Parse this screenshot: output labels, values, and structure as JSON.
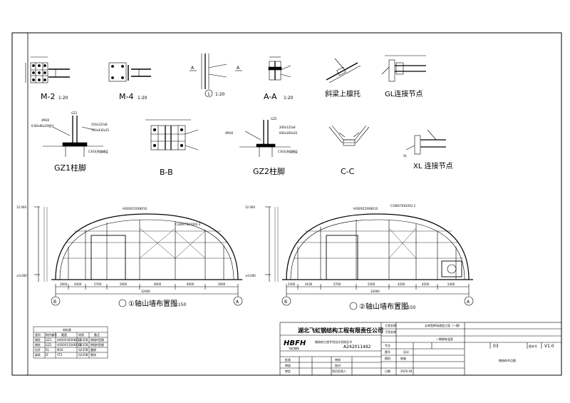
{
  "details": {
    "m2": {
      "name": "M-2",
      "scale": "1:20"
    },
    "m4": {
      "name": "M-4",
      "scale": "1:20"
    },
    "sec1": {
      "num": "1",
      "scale": "1:20"
    },
    "aa": {
      "name": "A-A",
      "scale": "1:20"
    },
    "beam": {
      "name": "斜梁上檩托"
    },
    "gl": {
      "name": "GL连接节点"
    },
    "gz1": {
      "name": "GZ1柱脚"
    },
    "bb": {
      "name": "B-B"
    },
    "gz2": {
      "name": "GZ2柱脚"
    },
    "cc": {
      "name": "C-C"
    },
    "xl": {
      "name": "XL 连接节点"
    }
  },
  "notes": {
    "gz1_a": "6-80x80x20垫片",
    "gz1_b": "4M30",
    "gz1_c": "250x125x8",
    "gz1_d": "700x430x25",
    "gz1_e": "C30天然填缝层",
    "gz2_a": "GZ2",
    "gz2_b": "200x125x8",
    "gz2_c": "600x300x20",
    "gz2_d": "C30天然填缝层",
    "col": "GZ1",
    "beam_tag": "XL",
    "hbeam": "H300X150X8X10",
    "cbar": "C180X70X20X2.2",
    "elev_top": "12.000",
    "elev_zero": "±0.000",
    "axis_b": "B",
    "axis_a": "A"
  },
  "wall1": {
    "title": "①轴山墙布置图",
    "scale": "1:150",
    "dims": [
      "3000",
      "4400",
      "5700",
      "5900",
      "6000",
      "6000",
      "3000"
    ],
    "total": "32000"
  },
  "wall2": {
    "title": "②轴山墙布置图",
    "scale": "1:150",
    "dims": [
      "2300",
      "4100",
      "5700",
      "5300",
      "4200",
      "4200",
      "5400"
    ],
    "total": "32000"
  },
  "legend": {
    "title": "材料表",
    "headers": [
      "类别",
      "构件编号",
      "截面",
      "材质",
      "备注"
    ],
    "rows": [
      [
        "钢柱",
        "GZ1",
        "H400X300X8X12",
        "Q235B",
        "焊接H型钢"
      ],
      [
        "钢柱",
        "GZ2",
        "H300X150X8X10",
        "Q235B",
        "焊接H型钢"
      ],
      [
        "拉杆",
        "XL",
        "Φ16",
        "Q235B",
        "圆钢"
      ],
      [
        "檩条",
        "LT",
        "YT2",
        "Q235B",
        "镀锌"
      ]
    ]
  },
  "titleblock": {
    "company": "湖北飞虹钢结构工程有限责任公司",
    "logo": "HBFH",
    "logo_sub": "飞虹钢构",
    "cert_label": "钢结构工程专项设计资质证书",
    "cert_no": "A242011492",
    "row_labels": [
      "批准",
      "审核",
      "审定"
    ],
    "mid_labels": [
      "审核",
      "校对",
      "设计",
      "项目负责人"
    ],
    "project_label": "工程名称",
    "project": "水库鱼种场改造工程（一期）",
    "sub_label": "子项名称",
    "sub": "一期联栋温室",
    "spec_label": "专业",
    "drawing_label": "图号",
    "drawing_no": "03",
    "ver_label": "版本号",
    "ver": "V1.0",
    "scale_label": "图别",
    "scale": "结施",
    "date_label": "日期",
    "date": "2020.04",
    "drawing_name": "钢结构节点图"
  }
}
